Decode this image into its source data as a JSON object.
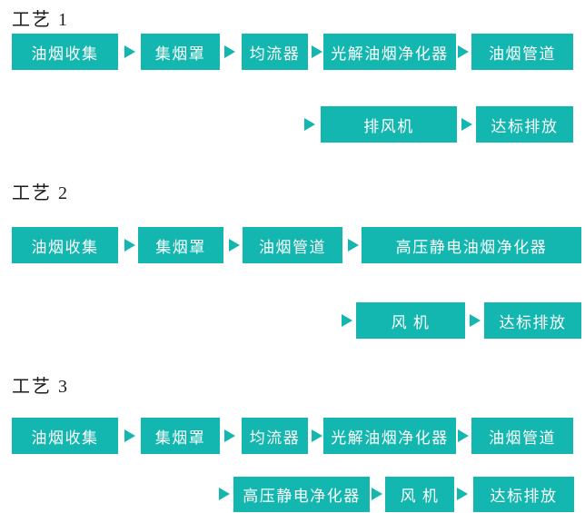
{
  "colors": {
    "accent": "#13b7b0",
    "box_text": "#ffffff",
    "title_text": "#1c1c1c",
    "background": "#ffffff"
  },
  "diagram": {
    "kind": "process-flow",
    "arrow_glyph": "arrow-right"
  },
  "sections": [
    {
      "title": "工艺 1",
      "rows": [
        {
          "items": [
            "油烟收集",
            "集烟罩",
            "均流器",
            "光解油烟净化器",
            "油烟管道"
          ]
        },
        {
          "items": [
            "排风机",
            "达标排放"
          ]
        }
      ]
    },
    {
      "title": "工艺 2",
      "rows": [
        {
          "items": [
            "油烟收集",
            "集烟罩",
            "油烟管道",
            "高压静电油烟净化器"
          ]
        },
        {
          "items": [
            "风 机",
            "达标排放"
          ]
        }
      ]
    },
    {
      "title": "工艺 3",
      "rows": [
        {
          "items": [
            "油烟收集",
            "集烟罩",
            "均流器",
            "光解油烟净化器",
            "油烟管道"
          ]
        },
        {
          "items": [
            "高压静电净化器",
            "风 机",
            "达标排放"
          ]
        }
      ]
    }
  ]
}
